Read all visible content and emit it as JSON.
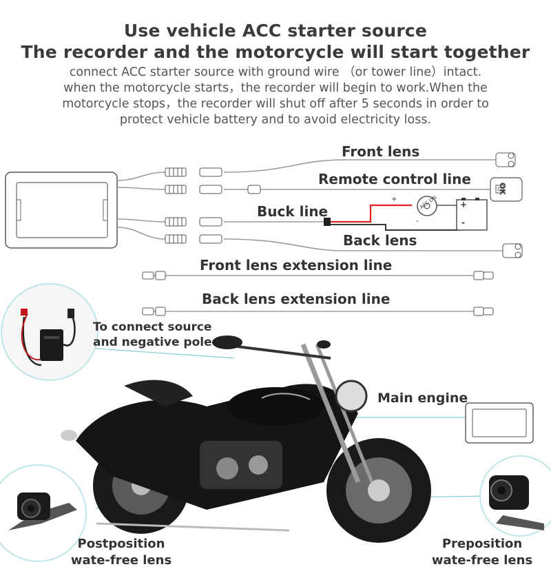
{
  "header": {
    "title_line1": "Use vehicle ACC starter source",
    "title_line2": "The recorder and the motorcycle will start together",
    "description": [
      "connect ACC starter source with ground wire （or tower line）intact.",
      "when the motorcycle starts，the recorder will begin to work.When the",
      "motorcycle stops，the recorder will shut off after 5 seconds in order to",
      "protect vehicle battery and to avoid electricity loss."
    ]
  },
  "wiring": {
    "front_lens": "Front lens",
    "remote_control_line": "Remote control line",
    "buck_line": "Buck line",
    "back_lens": "Back lens",
    "front_lens_extension": "Front lens extension line",
    "back_lens_extension": "Back lens extension line",
    "remote_ok": "OK",
    "acc_switch": "ACC ON",
    "battery_plus": "+",
    "battery_minus": "-",
    "wire_plus": "+",
    "wire_minus": "-"
  },
  "callouts": {
    "source_line1": "To connect source",
    "source_line2": "and negative pole",
    "main_engine": "Main engine",
    "post_line1": "Postposition",
    "post_line2": "wate-free lens",
    "pre_line1": "Preposition",
    "pre_line2": "wate-free lens"
  },
  "colors": {
    "wire": "#9a9a9a",
    "positive_wire": "#e02020",
    "negative_wire": "#1a1a1a",
    "callout_line": "#7fcfcf",
    "text": "#3a3a3a"
  }
}
